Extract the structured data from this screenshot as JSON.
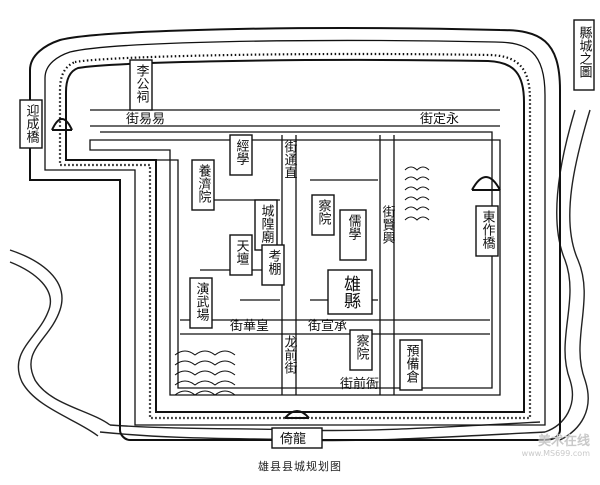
{
  "map": {
    "title": "縣城之圖",
    "caption": "雄县县城规划图",
    "watermark": {
      "brand": "美术在线",
      "url": "www.MS699.com"
    },
    "gates": {
      "west": "迎成橋",
      "east": "東作橋",
      "south": "倚龍"
    },
    "streets": {
      "north_west": "街易易",
      "north_east": "街定永",
      "central_vertical": "街通直",
      "east_vertical": "街賢興",
      "south_west": "街華皇",
      "south_center": "街宣承",
      "south_vertical": "龙前街",
      "south_east": "街前衙"
    },
    "buildings": {
      "temple_nw": "李公祠",
      "school": "經學",
      "granary": "養濟院",
      "temple_center": "城隍廟",
      "office": "察院",
      "confucian": "儒學",
      "yamen": "雄縣",
      "shrine": "天壇",
      "exam": "考棚",
      "barracks": "演武場",
      "courtyard": "察院",
      "storehouse": "預備倉"
    }
  }
}
